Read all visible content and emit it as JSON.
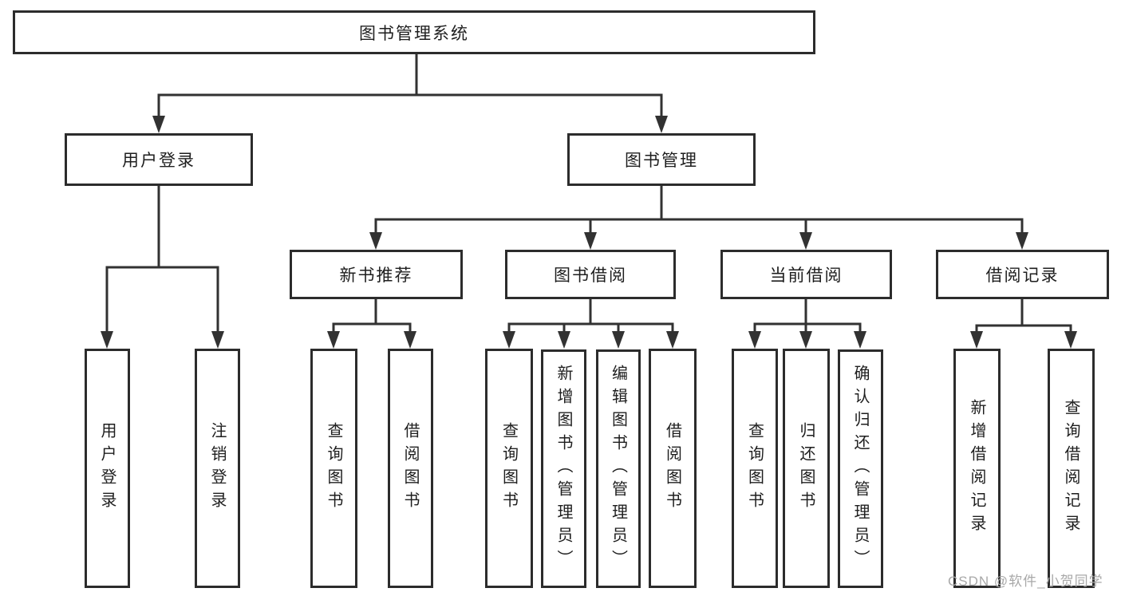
{
  "diagram": {
    "root": {
      "label": "图书管理系统"
    },
    "level2": [
      {
        "label": "用户登录"
      },
      {
        "label": "图书管理"
      }
    ],
    "level3": [
      {
        "label": "新书推荐"
      },
      {
        "label": "图书借阅"
      },
      {
        "label": "当前借阅"
      },
      {
        "label": "借阅记录"
      }
    ],
    "leaves": {
      "user_login": [
        "用户登录",
        "注销登录"
      ],
      "new_books": [
        "查询图书",
        "借阅图书"
      ],
      "book_borrow": [
        "查询图书",
        "新增图书（管理员）",
        "编辑图书（管理员）",
        "借阅图书"
      ],
      "current_borrow": [
        "查询图书",
        "归还图书",
        "确认归还（管理员）"
      ],
      "borrow_records": [
        "新增借阅记录",
        "查询借阅记录"
      ]
    }
  },
  "colors": {
    "line": "#323232",
    "box_border": "#2c2c2c",
    "text": "#1e1e1e",
    "background": "#ffffff",
    "watermark": "#a8a8a8"
  },
  "watermark": {
    "text": "CSDN @软件_小贺同学"
  }
}
